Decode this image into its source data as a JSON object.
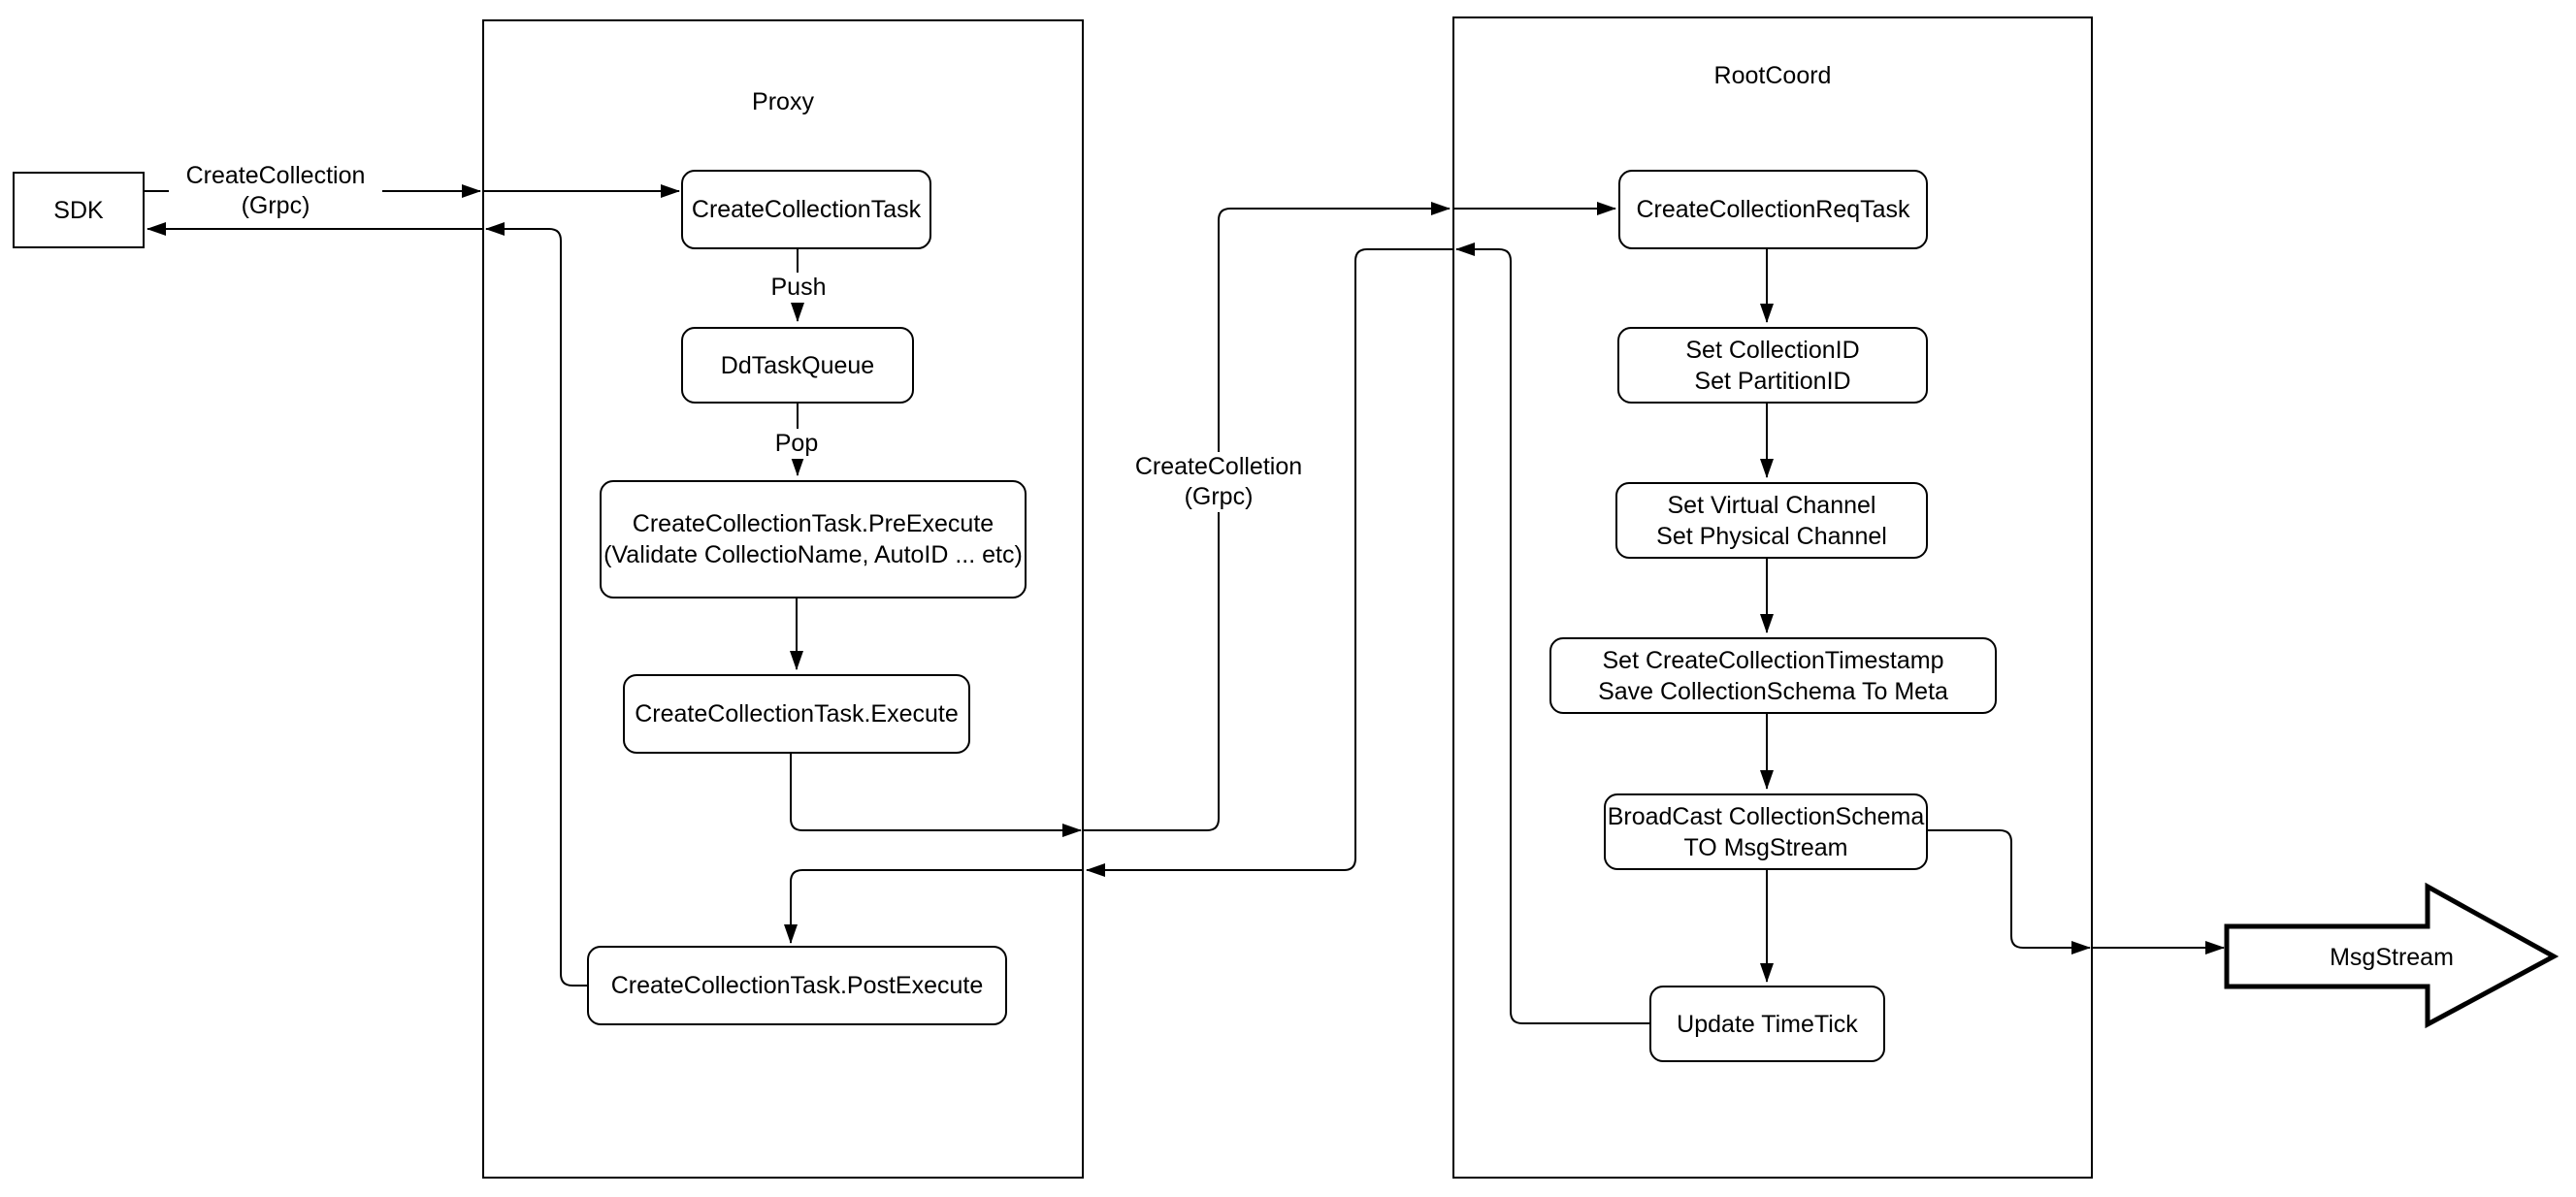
{
  "diagram": {
    "containers": {
      "proxy": {
        "title": "Proxy"
      },
      "rootcoord": {
        "title": "RootCoord"
      }
    },
    "nodes": {
      "sdk": {
        "label": "SDK"
      },
      "create_collection_task": {
        "label": "CreateCollectionTask"
      },
      "dd_task_queue": {
        "label": "DdTaskQueue"
      },
      "pre_execute": {
        "label": "CreateCollectionTask.PreExecute\n(Validate CollectioName, AutoID ... etc)"
      },
      "execute": {
        "label": "CreateCollectionTask.Execute"
      },
      "post_execute": {
        "label": "CreateCollectionTask.PostExecute"
      },
      "req_task": {
        "label": "CreateCollectionReqTask"
      },
      "set_collection_id": {
        "label": "Set CollectionID\nSet PartitionID"
      },
      "set_channel": {
        "label": "Set Virtual Channel\nSet Physical Channel"
      },
      "set_timestamp": {
        "label": "Set CreateCollectionTimestamp\nSave CollectionSchema To Meta"
      },
      "broadcast": {
        "label": "BroadCast CollectionSchema\nTO MsgStream"
      },
      "update_timetick": {
        "label": "Update TimeTick"
      }
    },
    "edge_labels": {
      "grpc_sdk": "CreateCollection\n(Grpc)",
      "push": "Push",
      "pop": "Pop",
      "grpc_proxy": "CreateColletion\n(Grpc)"
    },
    "msgstream": {
      "label": "MsgStream"
    },
    "colors": {
      "stroke": "#000000",
      "fill": "#ffffff"
    }
  }
}
